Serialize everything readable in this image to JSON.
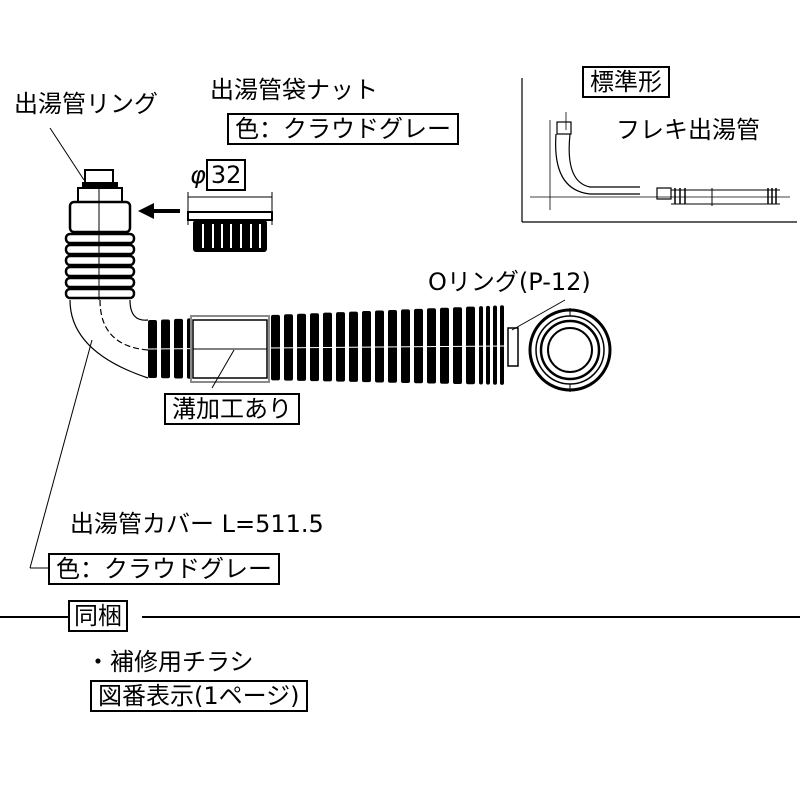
{
  "labels": {
    "outlet_ring": "出湯管リング",
    "outlet_cap_nut": "出湯管袋ナット",
    "cap_nut_color": "色：クラウドグレー",
    "diameter_symbol": "φ",
    "diameter_value": "32",
    "standard_type": "標準形",
    "flexible_outlet_pipe": "フレキ出湯管",
    "o_ring": "Oリング(P-12)",
    "groove_processed": "溝加工あり",
    "cover_name": "出湯管カバー L=511.5",
    "cover_color": "色：クラウドグレー",
    "bundled": "同梱",
    "repair_leaflet": "・補修用チラシ",
    "figure_number": "図番表示(1ページ)"
  },
  "colors": {
    "ink": "#000000",
    "background": "#ffffff",
    "groove_box": "#8a8a8a"
  }
}
